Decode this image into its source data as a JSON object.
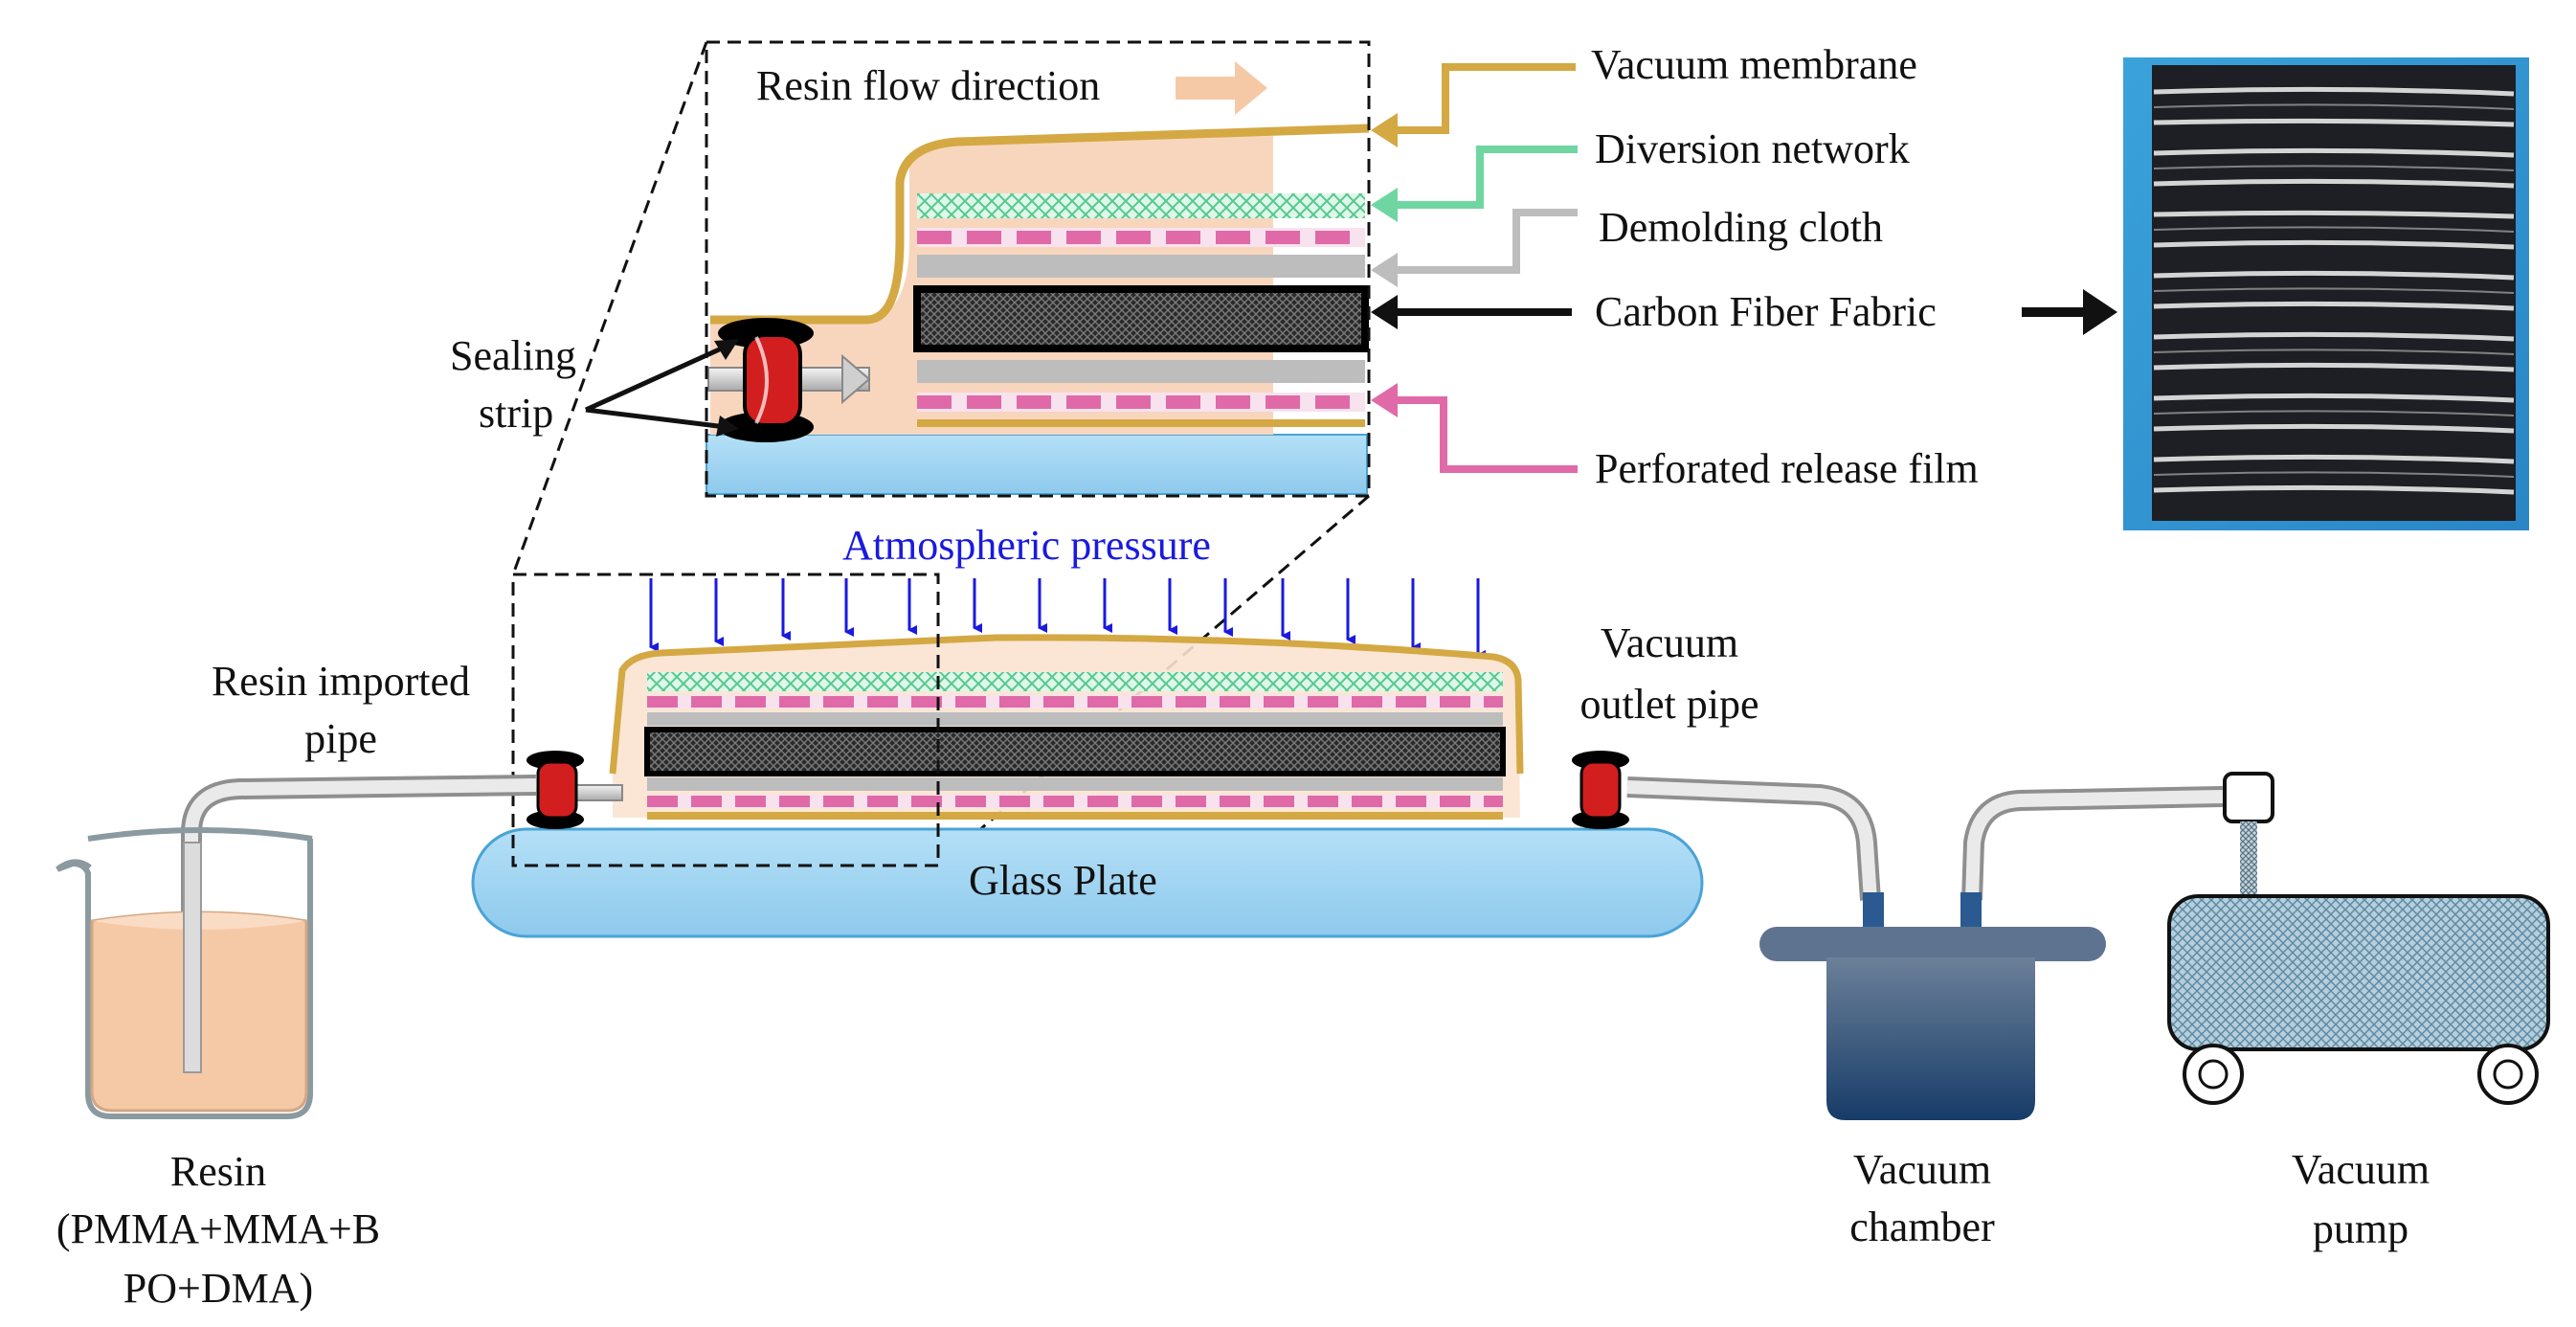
{
  "labels": {
    "resin_flow_direction": "Resin flow direction",
    "vacuum_membrane": "Vacuum membrane",
    "diversion_network": "Diversion network",
    "demolding_cloth": "Demolding cloth",
    "carbon_fiber_fabric": "Carbon Fiber Fabric",
    "perforated_release_film": "Perforated release film",
    "sealing_strip_1": "Sealing",
    "sealing_strip_2": "strip",
    "atmospheric_pressure": "Atmospheric pressure",
    "resin_imported_pipe_1": "Resin imported",
    "resin_imported_pipe_2": "pipe",
    "vacuum_outlet_pipe_1": "Vacuum",
    "vacuum_outlet_pipe_2": "outlet pipe",
    "glass_plate": "Glass Plate",
    "resin_1": "Resin",
    "resin_2": "(PMMA+MMA+B",
    "resin_3": "PO+DMA)",
    "vacuum_chamber_1": "Vacuum",
    "vacuum_chamber_2": "chamber",
    "vacuum_pump_1": "Vacuum",
    "vacuum_pump_2": "pump"
  },
  "colors": {
    "vacuum_membrane": "#d4a843",
    "diversion_network": "#6fd6a2",
    "demolding_cloth": "#bdbdbd",
    "carbon_fiber": "#111111",
    "release_film": "#e06aa8",
    "resin": "#f6c9a6",
    "glass": "#9fd4f2",
    "sealing_red": "#d21e1e",
    "pressure_arrow": "#1a1adf",
    "chamber_top": "#5e7390",
    "chamber_bottom": "#173c68",
    "pump_body": "#a9c6d6"
  }
}
